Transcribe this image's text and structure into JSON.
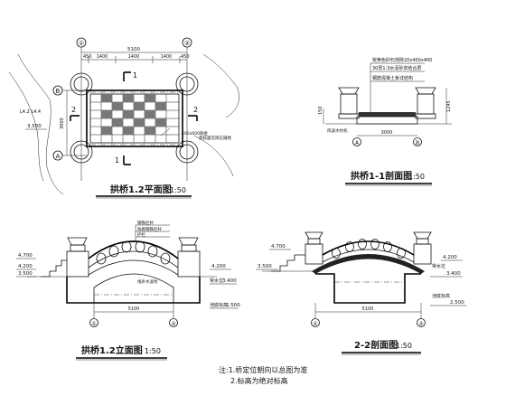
{
  "plan": {
    "title": "拱桥1.2平面图",
    "scale": "1:50",
    "grid_top": "①",
    "grid_top_right": "②",
    "grid_left_b": "B",
    "grid_left_a": "A",
    "dim_total": "5100",
    "dim_segments": [
      "450",
      "1400",
      "1400",
      "1400",
      "450"
    ],
    "section_mark_1": "1",
    "section_mark_2": "2",
    "note_paving": "400x600缺金",
    "note_leader": "荔枝面花岗石铺地",
    "left_level": "3.500",
    "left_dim": "3000",
    "left_marks": "L4.2 L4.4"
  },
  "section11": {
    "title": "拱桥1-1剖面图",
    "scale": "1:50",
    "note1": "炭黄色砂石地砖20x400x400",
    "note2": "30厚1:3水泥砂浆结合层",
    "note3": "钢筋混凝土板详结构",
    "dim_width": "3000",
    "dim_left_h": "150",
    "dim_right_h": "1245",
    "label_bottom": "风波水纹机",
    "grid_a": "A",
    "grid_b": "B"
  },
  "elevation": {
    "title": "拱桥1.2立面图",
    "scale": "1:50",
    "level_1": "4.700",
    "level_2": "4.200",
    "level_3": "3.500",
    "level_4": "4.200",
    "level_water": "3.400",
    "level_bottom": "2.500",
    "note_rail1": "钢铁栏杆",
    "note_rail2": "防腐钢铁栏杆",
    "note_rail3": "护栏",
    "note_water": "常水位",
    "note_bottom": "池底标高",
    "note_mid": "线条水波纹",
    "dim_span": "5100",
    "grid_1": "①",
    "grid_2": "②"
  },
  "section22": {
    "title": "2-2剖面图",
    "scale": "1:50",
    "level_1": "4.700",
    "level_2": "3.500",
    "level_3": "4.200",
    "level_water": "3.400",
    "level_bottom": "2.500",
    "note_water": "常水位",
    "note_bottom": "池底标高",
    "dim_span": "5100",
    "grid_1": "①",
    "grid_2": "②"
  },
  "notes": {
    "line1": "注:1.桥定位朝向以总图为准",
    "line2": "2.标高为绝对标高"
  }
}
